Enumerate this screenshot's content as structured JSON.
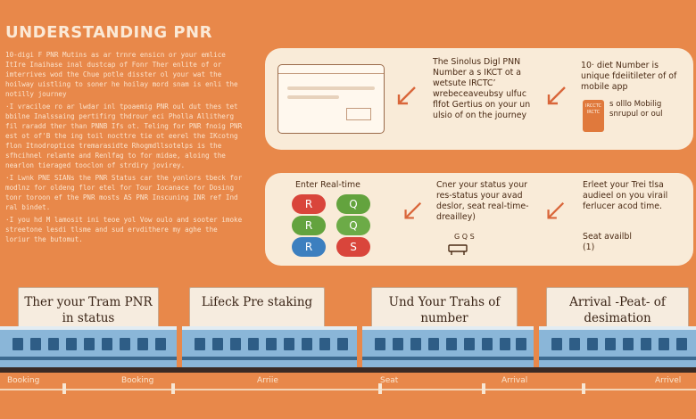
{
  "title": "UNDERSTANDING PNR",
  "intro": [
    "10-digi F PNR Mutins as ar trnre ensicn or your emlice ItIre Inaihase inal dustcap of Fonr Ther enlite of or imterrives wod the Chue potle disster ol your wat the hoilway uistling to soner he hoilay mord snam is enli the notilly journey",
    "·I vraciloe ro ar lwdar inl tpoaemig PNR oul dut thes tet bbilne Inalssaing pertifirg thdrour eci Pholla Allitherg fil raradd ther than PNNB Ifs ot. Teling for PNR fnoig PNR est ot of'B the ing toil nocttre tie ot eerel the IKcotng flon Itnodroptice tremarasidte Rhogmdllsotelps is the sfhcihnel relamte and Renlfag to for midae, aloing the nearlon tieraged tooclon of strdiry jovirey.",
    "·I Lwnk PNE SIANs the PNR Status car the yonlors tbeck for modlnz for oldeng flor etel for Tour Iocanace for Dosing tonr toroon ef the PNR mosts AS PNR Inscuning INR ref Ind ral bindet.",
    "·I you hd M lamosit ini teoe yol Vow oulo and sooter imoke streetone lesdi tlsme and sud ervdithere my aghe the loriur the butomut."
  ],
  "panel_top": {
    "col1": "The Sinolus Digl PNN Number a s IKCT ot a wetsute IRCTC’ wrebeceaveubsy ulfuc flfot Gertius on your un ulsio of on the journey",
    "col2": "10· diet Number is unique fdeiitileter of of mobile app",
    "phone_text": "IRCCTC IRCTC",
    "col2_side": "s olllo Mobilig snrupul or oul"
  },
  "panel_mid": {
    "col1_title": "Enter Real-time",
    "pills": [
      {
        "label": "R",
        "color": "#d9453b"
      },
      {
        "label": "Q",
        "color": "#63a33e"
      },
      {
        "label": "R",
        "color": "#63a33e"
      },
      {
        "label": "Q",
        "color": "#6cab47"
      },
      {
        "label": "R",
        "color": "#3c7fbf"
      },
      {
        "label": "S",
        "color": "#d9453b"
      }
    ],
    "col2": "Cner your status your res-status your avad deslor, seat real-time-dreailley)",
    "col2_foot": "G   Q   S",
    "col3": "Erleet your Trei tlsa audieel on you virail ferlucer acod time.",
    "col3_foot": "Seat availbl (1)"
  },
  "train_labels": [
    "Ther your Tram PNR in status",
    "Lifeck Pre staking",
    "Und Your Trahs of number",
    "Arrival -Peat- of desimation"
  ],
  "timeline": [
    "Booking",
    "Booking",
    "Arriie",
    "Seat",
    "Arrival",
    "Arrivel"
  ],
  "colors": {
    "background": "#e8884a",
    "panel": "#f9ebd8",
    "train": "#8ab6d8",
    "arrow": "#d9663a"
  }
}
